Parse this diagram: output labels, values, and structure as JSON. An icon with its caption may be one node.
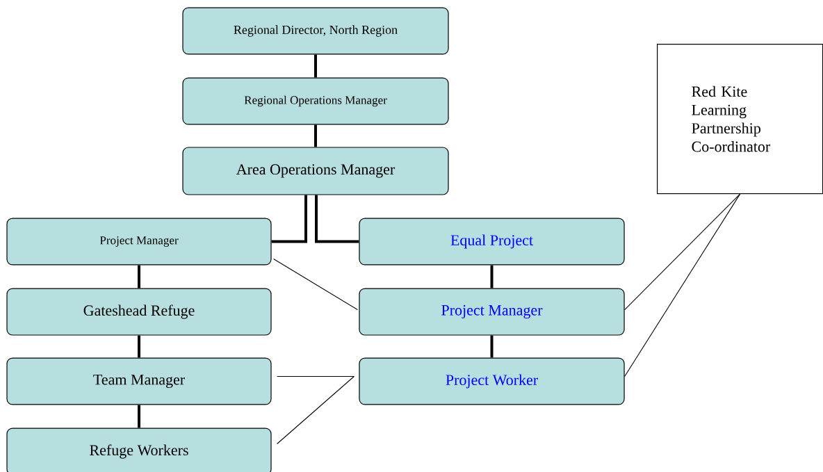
{
  "diagram": {
    "nodes": [
      {
        "text": [
          "Regional Director, North Region"
        ]
      },
      {
        "text": [
          "Regional Operations Manager"
        ]
      },
      {
        "text": [
          "Area Operations Manager"
        ]
      },
      {
        "text": [
          "Project Manager"
        ]
      },
      {
        "text": [
          "Equal Project"
        ]
      },
      {
        "text": [
          "Gateshead Refuge"
        ]
      },
      {
        "text": [
          "Project Manager"
        ]
      },
      {
        "text": [
          "Team Manager"
        ]
      },
      {
        "text": [
          "Project Worker"
        ]
      },
      {
        "text": [
          "Refuge Workers"
        ]
      },
      {
        "text": [
          "Red Kite Learning Partnership Co-ordinator"
        ]
      }
    ],
    "edges": [
      {
        "from": 0,
        "to": 1,
        "arrow": "none"
      },
      {
        "from": 1,
        "to": 2,
        "arrow": "none"
      },
      {
        "from": 2,
        "to": 3,
        "arrow": "none"
      },
      {
        "from": 2,
        "to": 4,
        "arrow": "none"
      },
      {
        "from": 3,
        "to": 5,
        "arrow": "none"
      },
      {
        "from": 5,
        "to": 7,
        "arrow": "none"
      },
      {
        "from": 7,
        "to": 9,
        "arrow": "none"
      },
      {
        "from": 4,
        "to": 6,
        "arrow": "none"
      },
      {
        "from": 6,
        "to": 8,
        "arrow": "none"
      },
      {
        "from": 3,
        "to": 6,
        "arrow": "none"
      },
      {
        "from": 7,
        "to": 8,
        "arrow": "none"
      },
      {
        "from": 9,
        "to": 8,
        "arrow": "none"
      },
      {
        "from": 10,
        "to": 6,
        "arrow": "none"
      },
      {
        "from": 10,
        "to": 8,
        "arrow": "none"
      }
    ]
  }
}
